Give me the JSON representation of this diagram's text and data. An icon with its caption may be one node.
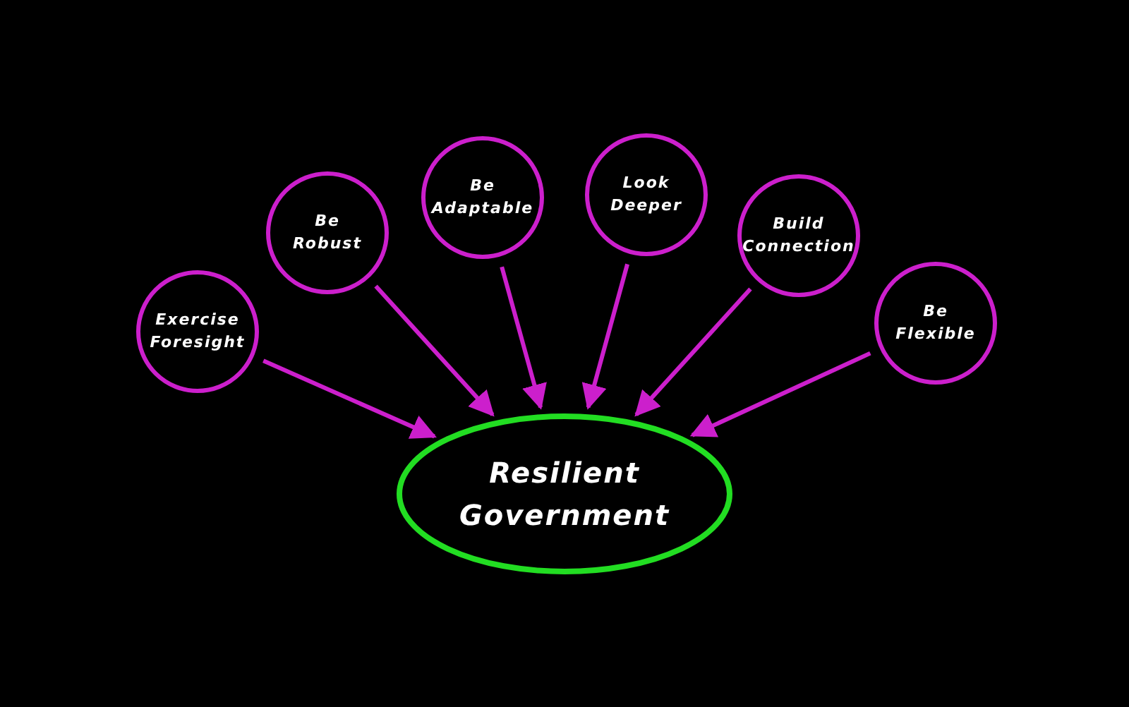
{
  "diagram": {
    "nodes": [
      {
        "text": [
          "Exercise Foresight"
        ]
      },
      {
        "text": [
          "Be Robust"
        ]
      },
      {
        "text": [
          "Be Adaptable"
        ]
      },
      {
        "text": [
          "Look Deeper"
        ]
      },
      {
        "text": [
          "Build Connection"
        ]
      },
      {
        "text": [
          "Be Flexible"
        ]
      },
      {
        "text": [
          "Resilient Government"
        ]
      }
    ],
    "edges": [
      {
        "from": 0,
        "to": 6,
        "arrow": "to"
      },
      {
        "from": 1,
        "to": 6,
        "arrow": "to"
      },
      {
        "from": 2,
        "to": 6,
        "arrow": "to"
      },
      {
        "from": 3,
        "to": 6,
        "arrow": "to"
      },
      {
        "from": 4,
        "to": 6,
        "arrow": "to"
      },
      {
        "from": 5,
        "to": 6,
        "arrow": "to"
      }
    ]
  }
}
